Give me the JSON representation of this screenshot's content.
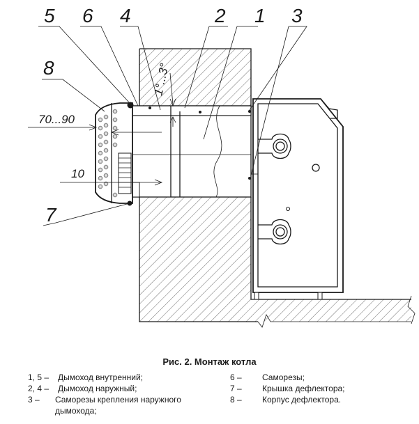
{
  "labels": {
    "l5": "5",
    "l6": "6",
    "l4": "4",
    "l2": "2",
    "l1": "1",
    "l3": "3",
    "l8": "8",
    "l7": "7",
    "l10": "10",
    "dim_depth": "70...90",
    "angle": "1°...3°"
  },
  "caption": "Рис. 2. Монтаж котла",
  "legend_left": [
    {
      "num": "1, 5 –",
      "text": "Дымоход внутренний;"
    },
    {
      "num": "2, 4 –",
      "text": "Дымоход наружный;"
    },
    {
      "num": "3 –",
      "text": "Саморезы крепления наружного дымохода;"
    }
  ],
  "legend_right": [
    {
      "num": "6 –",
      "text": "Саморезы;"
    },
    {
      "num": "7 –",
      "text": "Крышка дефлектора;"
    },
    {
      "num": "8 –",
      "text": "Корпус дефлектора."
    }
  ]
}
